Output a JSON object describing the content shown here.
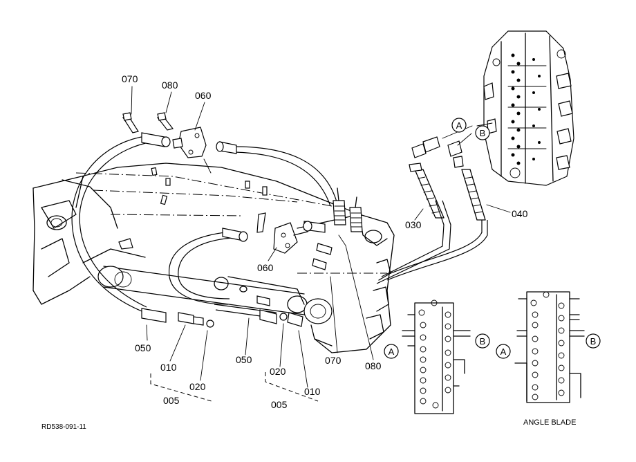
{
  "drawing_code": "RD538-091-11",
  "view_caption": "ANGLE BLADE",
  "parts": {
    "p070_top": "070",
    "p080_top": "080",
    "p060_top": "060",
    "p060_mid": "060",
    "p030": "030",
    "p040": "040",
    "p050_left": "050",
    "p010_left": "010",
    "p020_left": "020",
    "p005_left": "005",
    "p050_mid": "050",
    "p020_mid": "020",
    "p010_mid": "010",
    "p005_mid": "005",
    "p070_bottom": "070",
    "p080_bottom": "080"
  },
  "ports": {
    "a_top": "A",
    "b_top": "B",
    "a_left_view": "A",
    "b_left_view": "B",
    "a_right_view": "A",
    "b_right_view": "B"
  }
}
